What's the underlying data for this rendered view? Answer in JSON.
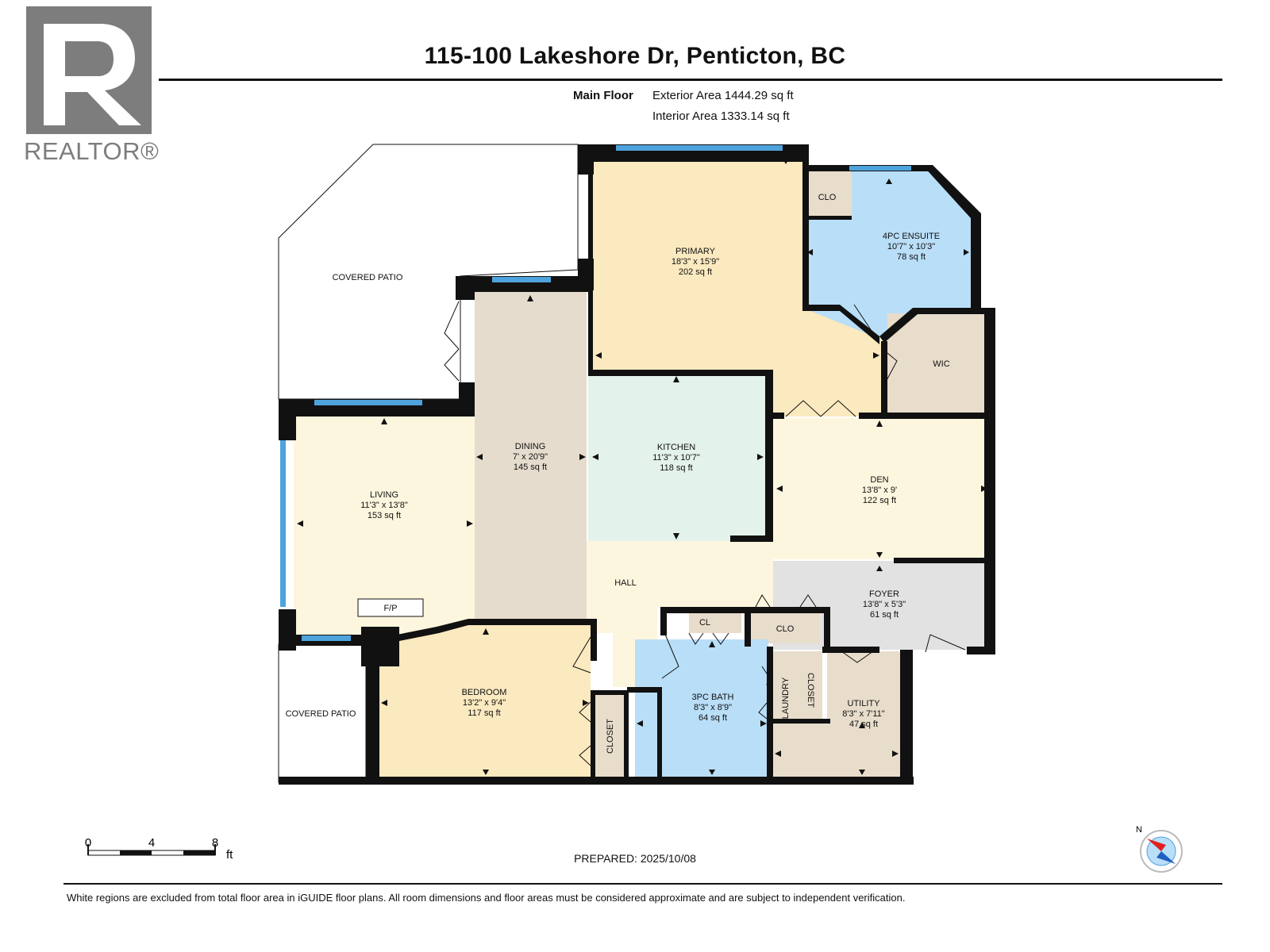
{
  "header": {
    "title": "115-100 Lakeshore Dr, Penticton, BC",
    "floor_name": "Main Floor",
    "exterior_area": "Exterior Area 1444.29 sq ft",
    "interior_area": "Interior Area 1333.14 sq ft"
  },
  "logo": {
    "wordmark": "REALTOR®",
    "letter": "R"
  },
  "rooms": {
    "covered_patio_top": {
      "name": "COVERED PATIO"
    },
    "primary": {
      "name": "PRIMARY",
      "dims": "18'3\" x 15'9\"",
      "area": "202 sq ft"
    },
    "ensuite": {
      "name": "4PC ENSUITE",
      "dims": "10'7\" x 10'3\"",
      "area": "78 sq ft"
    },
    "clo_top": {
      "name": "CLO"
    },
    "wic": {
      "name": "WIC"
    },
    "dining": {
      "name": "DINING",
      "dims": "7' x 20'9\"",
      "area": "145 sq ft"
    },
    "kitchen": {
      "name": "KITCHEN",
      "dims": "11'3\" x 10'7\"",
      "area": "118 sq ft"
    },
    "den": {
      "name": "DEN",
      "dims": "13'8\" x 9'",
      "area": "122 sq ft"
    },
    "living": {
      "name": "LIVING",
      "dims": "11'3\" x 13'8\"",
      "area": "153 sq ft"
    },
    "fp": {
      "name": "F/P"
    },
    "hall": {
      "name": "HALL"
    },
    "foyer": {
      "name": "FOYER",
      "dims": "13'8\" x 5'3\"",
      "area": "61 sq ft"
    },
    "cl": {
      "name": "CL"
    },
    "clo_mid": {
      "name": "CLO"
    },
    "bedroom": {
      "name": "BEDROOM",
      "dims": "13'2\" x 9'4\"",
      "area": "117 sq ft"
    },
    "closet_bed": {
      "name": "CLOSET"
    },
    "bath3": {
      "name": "3PC BATH",
      "dims": "8'3\" x 8'9\"",
      "area": "64 sq ft"
    },
    "laundry": {
      "name": "LAUNDRY"
    },
    "closet_laundry": {
      "name": "CLOSET"
    },
    "utility": {
      "name": "UTILITY",
      "dims": "8'3\" x 7'11\"",
      "area": "47 sq ft"
    },
    "covered_patio_bottom": {
      "name": "COVERED PATIO"
    }
  },
  "scale_bar": {
    "ticks": [
      "0",
      "4",
      "8"
    ],
    "unit": "ft"
  },
  "compass": {
    "label": "N"
  },
  "footer": {
    "prepared": "PREPARED: 2025/10/08",
    "disclaimer": "White regions are excluded from total floor area in iGUIDE floor plans. All room dimensions and floor areas must be considered approximate and are subject to independent verification."
  },
  "colors": {
    "primary": "#fbe9bf",
    "ensuite": "#b9def8",
    "dining": "#e5dccd",
    "kitchen": "#e3f2ea",
    "den": "#fdf6de",
    "living": "#fdf6de",
    "hall": "#fdf6de",
    "foyer": "#e2e2e2",
    "bedroom": "#fbe9bf",
    "bath": "#b9def8",
    "utility": "#e8dccb",
    "closet": "#e8dccb",
    "wall": "#111111",
    "window": "#4ea3dc"
  }
}
